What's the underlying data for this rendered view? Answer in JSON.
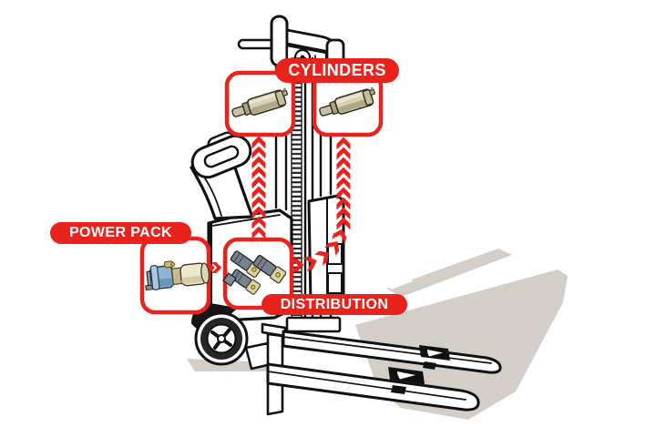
{
  "labels": {
    "cylinders": "CYLINDERS",
    "power_pack": "POWER PACK",
    "distribution": "DISTRIBUTION"
  },
  "colors": {
    "background": "#ffffff",
    "accent_red": "#e8231e",
    "line_art": "#111111",
    "shadow": "#d3cfc8",
    "cylinder_body": "#d8d1b4",
    "power_pack_motor": "#8fb4d2",
    "power_pack_tank": "#eee8cd",
    "valve_block": "#78828e",
    "valve_end": "#dcd3aa",
    "fitting_yellow": "#e2c23c"
  },
  "components": [
    {
      "id": "cylinder-left",
      "icon": "hydraulic-cylinder-icon",
      "callout": "cylinders"
    },
    {
      "id": "cylinder-right",
      "icon": "hydraulic-cylinder-icon",
      "callout": "cylinders"
    },
    {
      "id": "power-pack",
      "icon": "hydraulic-power-pack-icon",
      "callout": "power_pack"
    },
    {
      "id": "distribution",
      "icon": "valve-block-icon",
      "callout": "distribution"
    }
  ],
  "connections": [
    {
      "from": "power-pack",
      "to": "distribution",
      "style": "red-chevron-arrow"
    },
    {
      "from": "distribution",
      "to": "cylinder-left",
      "style": "red-chevron-trail"
    },
    {
      "from": "distribution",
      "to": "cylinder-right",
      "style": "red-chevron-trail"
    }
  ],
  "illustration": {
    "subject": "electric-pallet-stacker-line-art"
  }
}
